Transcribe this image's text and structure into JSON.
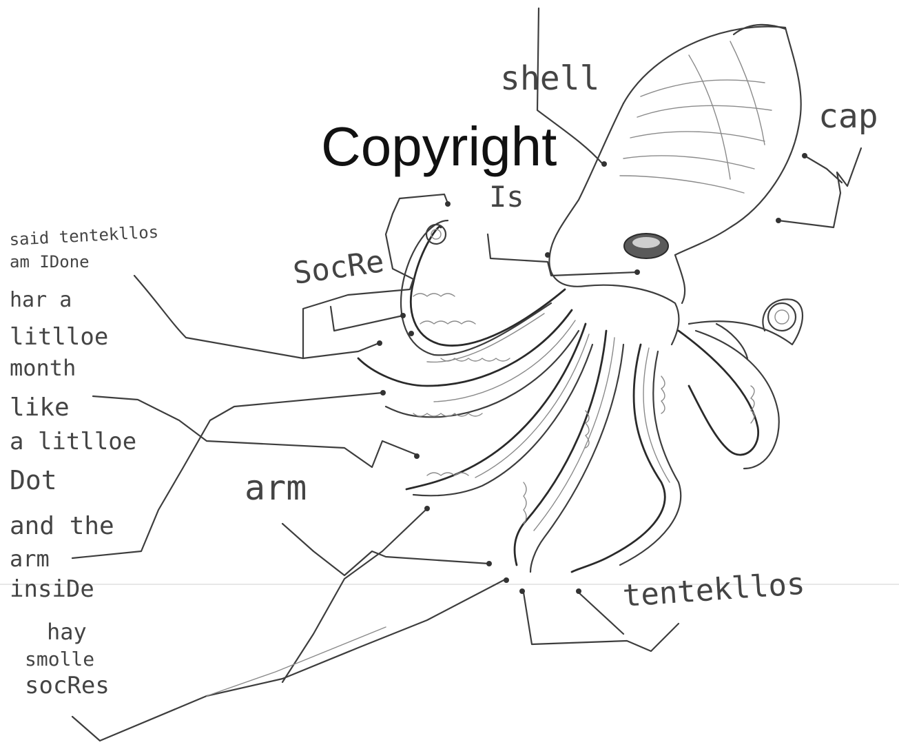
{
  "watermark": "Copyright",
  "labels": {
    "shell": "shell",
    "is": "Is",
    "cap": "cap",
    "socre": "SocRe",
    "arm": "arm",
    "tentacles": "tentekllos"
  },
  "note_lines": [
    "said tentekllos",
    "am IDone",
    "har a",
    "litlloe",
    "month",
    "like",
    "a litlloe",
    "Dot",
    "and the",
    "arm",
    "insiDe",
    "hay",
    "smolle",
    "socRes"
  ],
  "colors": {
    "pencil": "#3d3d3d",
    "paper": "#ffffff",
    "watermark": "#111111"
  }
}
